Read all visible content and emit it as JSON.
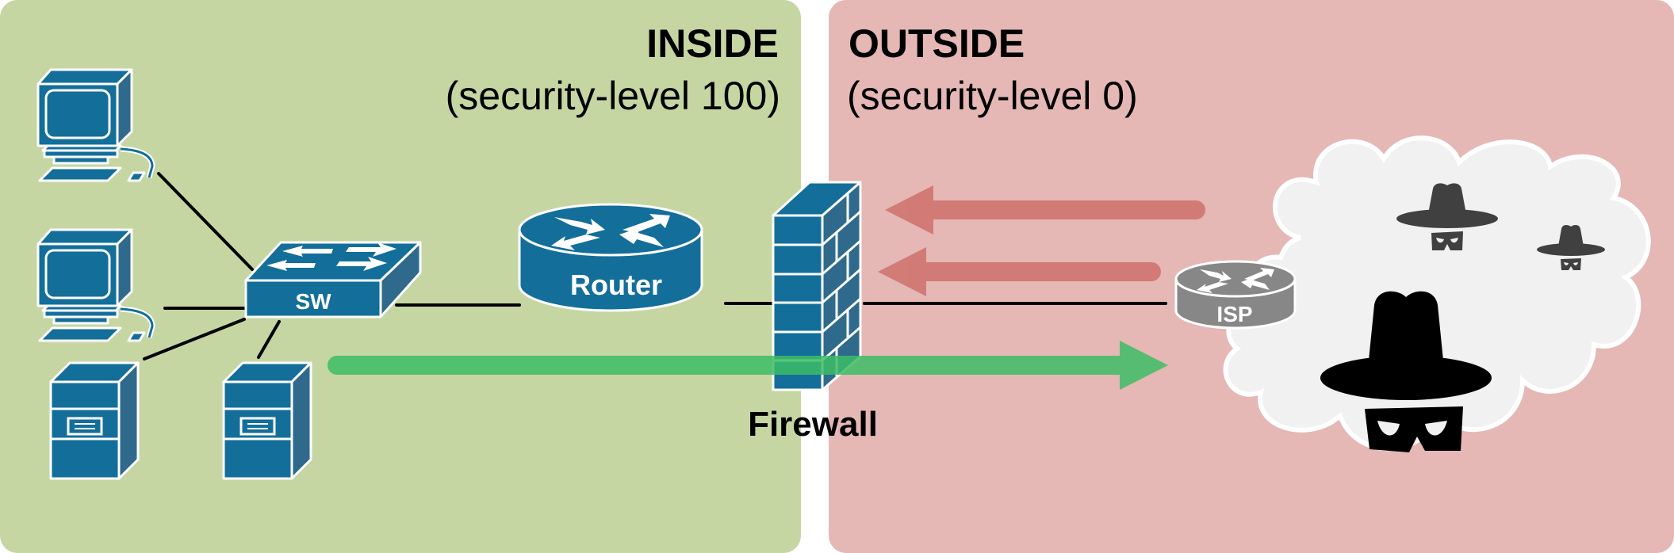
{
  "zones": {
    "inside": {
      "title": "INSIDE",
      "subtitle": "(security-level 100)",
      "color": "#c5d6a3"
    },
    "outside": {
      "title": "OUTSIDE",
      "subtitle": "(security-level 0)",
      "color": "#e5b7b5"
    }
  },
  "devices": {
    "switch_label": "SW",
    "router_label": "Router",
    "firewall_label": "Firewall",
    "isp_label": "ISP"
  },
  "colors": {
    "device_blue": "#136e9a",
    "device_gray": "#8a8a8a",
    "allowed_flow": "#3dbd66",
    "blocked_flow": "#d0756f",
    "cloud": "#f1f1f1",
    "attacker_dark": "#000000",
    "attacker_gray": "#404040"
  },
  "flows": [
    {
      "name": "inside-to-outside",
      "direction": "right",
      "status": "allowed"
    },
    {
      "name": "outside-to-inside-1",
      "direction": "left",
      "status": "blocked"
    },
    {
      "name": "outside-to-inside-2",
      "direction": "left",
      "status": "blocked"
    }
  ]
}
